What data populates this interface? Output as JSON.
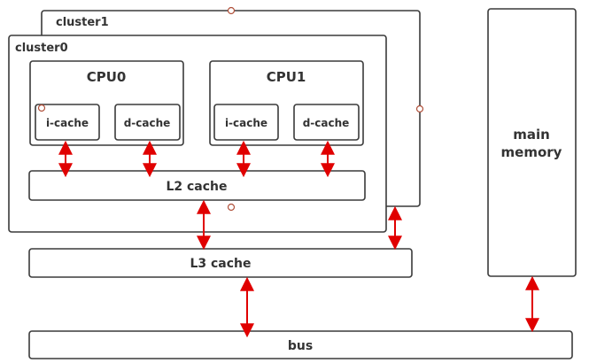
{
  "labels": {
    "cluster1": "cluster1",
    "cluster0": "cluster0",
    "cpu0": "CPU0",
    "cpu1": "CPU1",
    "icache0": "i-cache",
    "dcache0": "d-cache",
    "icache1": "i-cache",
    "dcache1": "d-cache",
    "l2": "L2 cache",
    "l3": "L3 cache",
    "bus": "bus",
    "memory_line1": "main",
    "memory_line2": "memory"
  },
  "colors": {
    "arrow": "#e00000",
    "border": "#3a3a3a",
    "text": "#333333"
  }
}
